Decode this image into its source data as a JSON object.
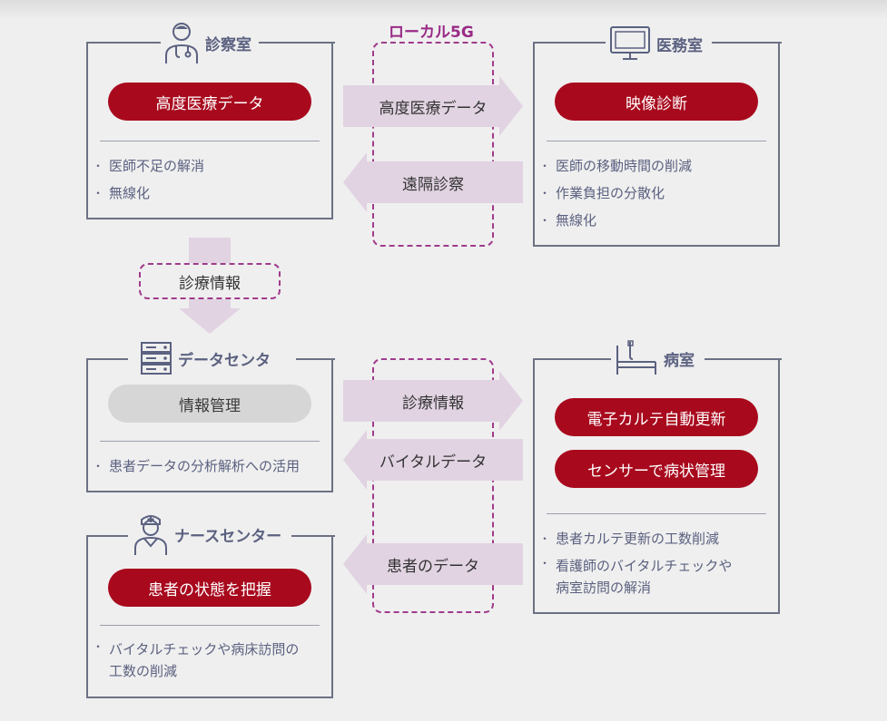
{
  "lane_label": "ローカル5G",
  "rooms": {
    "shinsatsu": {
      "title": "診察室",
      "pill": "高度医療データ",
      "bullets": [
        "医師不足の解消",
        "無線化"
      ]
    },
    "imu": {
      "title": "医務室",
      "pill": "映像診断",
      "bullets": [
        "医師の移動時間の削減",
        "作業負担の分散化",
        "無線化"
      ]
    },
    "datacenter": {
      "title": "データセンタ",
      "pill": "情報管理",
      "bullets": [
        "患者データの分析解析への活用"
      ]
    },
    "byoshitsu": {
      "title": "病室",
      "pills": [
        "電子カルテ自動更新",
        "センサーで病状管理"
      ],
      "bullets": [
        "患者カルテ更新の工数削減",
        "看護師のバイタルチェックや",
        "病室訪問の解消"
      ]
    },
    "nurse": {
      "title": "ナースセンター",
      "pill": "患者の状態を把握",
      "bullets": [
        "バイタルチェックや病床訪問の",
        "工数の削減"
      ]
    }
  },
  "arrows": {
    "a1": "高度医療データ",
    "a2": "遠隔診察",
    "a3": "診療情報",
    "a4": "バイタルデータ",
    "a5": "患者のデータ"
  },
  "down_arrow_label": "診療情報",
  "colors": {
    "accent_red": "#a8091d",
    "lane_purple": "#a03b8c",
    "arrow_fill": "#e1d3e2",
    "box_border": "#6c7284"
  },
  "icons": {
    "shinsatsu": "doctor-icon",
    "imu": "monitor-icon",
    "datacenter": "server-icon",
    "byoshitsu": "hospital-bed-icon",
    "nurse": "nurse-icon"
  }
}
